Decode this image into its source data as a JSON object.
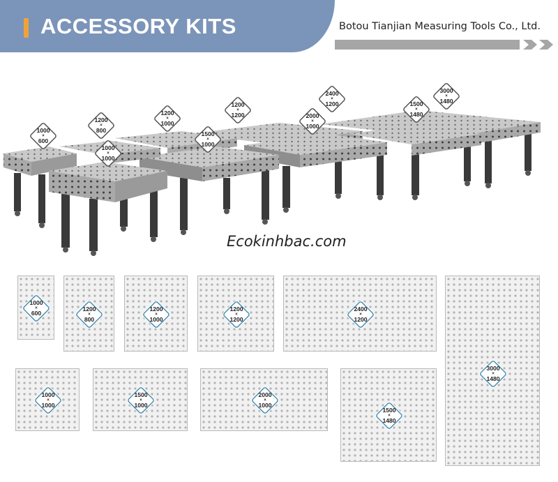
{
  "header": {
    "title": "ACCESSORY KITS",
    "company": "Botou Tianjian Measuring Tools Co., Ltd.",
    "accent_color": "#f0a23a",
    "banner_color": "#7b94b9"
  },
  "watermark": "Ecokinhbac.com",
  "scene_labels": [
    {
      "top": "1000",
      "bottom": "600"
    },
    {
      "top": "1200",
      "bottom": "800"
    },
    {
      "top": "1000",
      "bottom": "1000"
    },
    {
      "top": "1200",
      "bottom": "1000"
    },
    {
      "top": "1500",
      "bottom": "1000"
    },
    {
      "top": "1200",
      "bottom": "1200"
    },
    {
      "top": "2000",
      "bottom": "1000"
    },
    {
      "top": "2400",
      "bottom": "1200"
    },
    {
      "top": "1500",
      "bottom": "1480"
    },
    {
      "top": "3000",
      "bottom": "1480"
    }
  ],
  "plates": [
    {
      "top": "1000",
      "bottom": "600"
    },
    {
      "top": "1200",
      "bottom": "800"
    },
    {
      "top": "1200",
      "bottom": "1000"
    },
    {
      "top": "1200",
      "bottom": "1200"
    },
    {
      "top": "2400",
      "bottom": "1200"
    },
    {
      "top": "3000",
      "bottom": "1480"
    },
    {
      "top": "1000",
      "bottom": "1000"
    },
    {
      "top": "1500",
      "bottom": "1000"
    },
    {
      "top": "2000",
      "bottom": "1000"
    },
    {
      "top": "1500",
      "bottom": "1480"
    }
  ],
  "times_sign": "×"
}
